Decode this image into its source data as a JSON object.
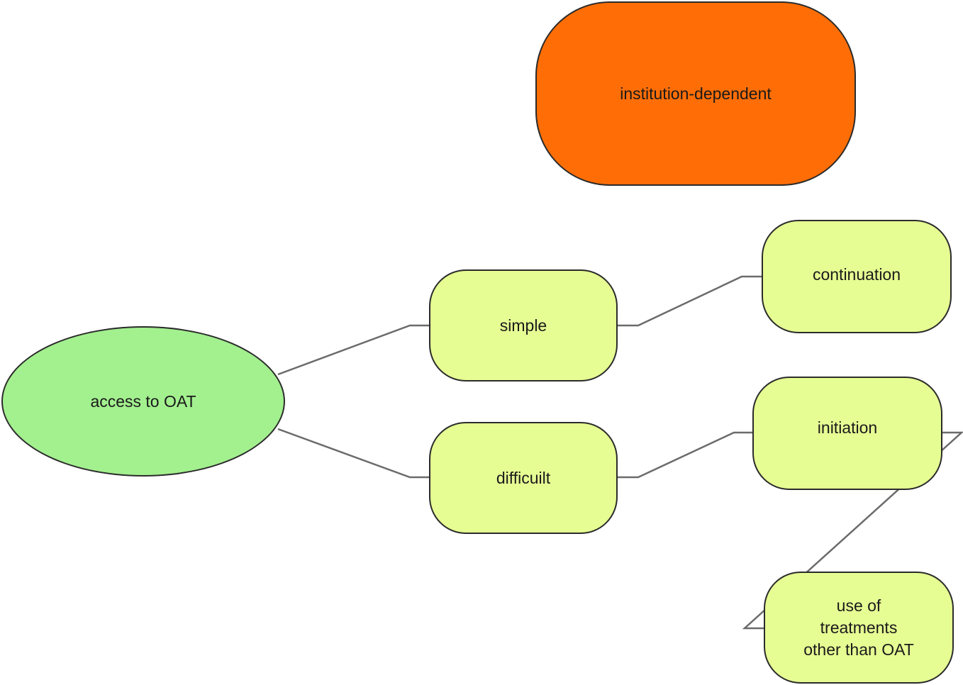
{
  "diagram": {
    "nodes": {
      "access": {
        "label": "access to OAT",
        "color": "#a3f08f",
        "shape": "ellipse"
      },
      "institution": {
        "label": "institution-dependent",
        "color": "#ff6e06",
        "shape": "rounded-rectangle"
      },
      "simple": {
        "label": "simple",
        "color": "#e6fd93",
        "shape": "rounded-rectangle"
      },
      "difficult": {
        "label": "difficuilt",
        "color": "#e6fd93",
        "shape": "rounded-rectangle"
      },
      "continuation": {
        "label": "continuation",
        "color": "#e6fd93",
        "shape": "rounded-rectangle"
      },
      "initiation": {
        "label": "initiation",
        "color": "#e6fd93",
        "shape": "rounded-rectangle"
      },
      "other": {
        "label": "use of treatments other than OAT",
        "color": "#e6fd93",
        "shape": "rounded-rectangle"
      }
    },
    "edges": [
      {
        "from": "access",
        "to": "simple"
      },
      {
        "from": "access",
        "to": "difficult"
      },
      {
        "from": "simple",
        "to": "continuation"
      },
      {
        "from": "difficult",
        "to": "initiation"
      },
      {
        "from": "initiation",
        "to": "other"
      }
    ],
    "edge_color": "#6b6b6b"
  }
}
